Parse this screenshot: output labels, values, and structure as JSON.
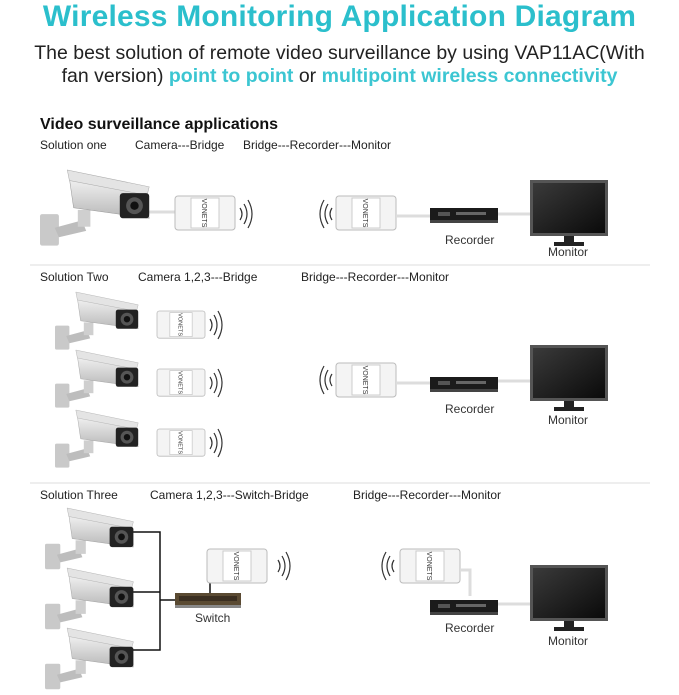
{
  "header": {
    "title": "Wireless Monitoring Application Diagram",
    "subtitle_line1": "The best solution of remote video surveillance by using VAP11AC(With",
    "subtitle_line2_a": "fan version) ",
    "subtitle_highlight1": "point to point",
    "subtitle_line2_b": " or ",
    "subtitle_highlight2": "multipoint wireless connectivity",
    "accent_color": "#2bbfcc"
  },
  "section_title": "Video surveillance applications",
  "solutions": [
    {
      "name": "Solution one",
      "left": "Camera---Bridge",
      "right": "Bridge---Recorder---Monitor",
      "recorder": "Recorder",
      "monitor": "Monitor"
    },
    {
      "name": "Solution Two",
      "left": "Camera 1,2,3---Bridge",
      "right": "Bridge---Recorder---Monitor",
      "recorder": "Recorder",
      "monitor": "Monitor"
    },
    {
      "name": "Solution Three",
      "left": "Camera 1,2,3---Switch-Bridge",
      "right": "Bridge---Recorder---Monitor",
      "switch": "Switch",
      "recorder": "Recorder",
      "monitor": "Monitor"
    }
  ]
}
